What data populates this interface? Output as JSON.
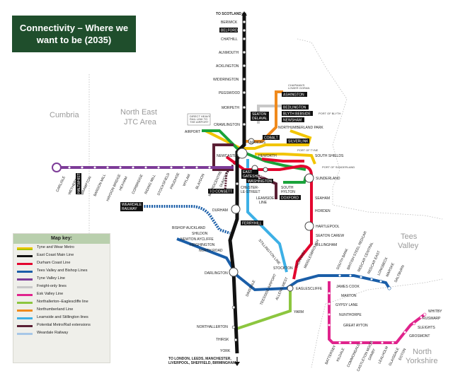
{
  "title": "Connectivity – Where we want to be (2035)",
  "regions": {
    "cumbria": "Cumbria",
    "north_east_1": "North East",
    "north_east_2": "JTC Area",
    "tees_1": "Tees",
    "tees_2": "Valley",
    "north_yorks_1": "North",
    "north_yorks_2": "Yorkshire"
  },
  "termini": {
    "scotland": "TO SCOTLAND",
    "south_1": "TO LONDON, LEEDS, MANCHESTER,",
    "south_2": "LIVERPOOL, SHEFFIELD, BIRMINGHAM",
    "consett": "TO CONSETT"
  },
  "notes": {
    "airport_1": "DIRECT HEAVY",
    "airport_2": "RAIL LINK TO",
    "airport_3": "THE AIRPORT",
    "ashington_1": "CHAPMAN'S",
    "ashington_2": "LOWER GORAN"
  },
  "stations": {
    "berwick": "BERWICK",
    "belford": "BELFORD",
    "chathill": "CHATHILL",
    "alnmouth": "ALNMOUTH",
    "acklington": "ACKLINGTON",
    "widdrington": "WIDDRINGTON",
    "pegswood": "PEGSWOOD",
    "morpeth": "MORPETH",
    "cramlington": "CRAMLINGTON",
    "airport": "AIRPORT",
    "manors": "MANORS",
    "newcastle": "NEWCASTLE",
    "heworth": "HEWORTH",
    "south_shields": "SOUTH SHIELDS",
    "sunderland": "SUNDERLAND",
    "east_gateshead_1": "EAST",
    "east_gateshead_2": "GATESHEAD",
    "washington": "WASHINGTON",
    "chester_1": "CHESTER-",
    "chester_2": "LE-STREET",
    "south_hylton_1": "SOUTH",
    "south_hylton_2": "HYLTON",
    "doxford": "DOXFORD",
    "leamside": "LEAMSIDE",
    "leamside_2": "LINE",
    "seaham": "SEAHAM",
    "horden": "HORDEN",
    "durham": "DURHAM",
    "ferryhill": "FERRYHILL",
    "hartlepool": "HARTLEPOOL",
    "seaton_carew": "SEATON CAREW",
    "billingham": "BILLINGHAM",
    "stockton": "STOCKTON",
    "stillington": "STILLINGTON LINE",
    "eaglescliffe": "EAGLESCLIFFE",
    "darlington": "DARLINGTON",
    "yarm": "YARM",
    "northallerton": "NORTHALLERTON",
    "thirsk": "THIRSK",
    "york": "YORK",
    "bishop_auckland": "BISHOP AUCKLAND",
    "shildon": "SHILDON",
    "newton_aycliffe": "NEWTON AYCLIFFE",
    "heighington": "HEIGHINGTON",
    "north_road": "NORTH ROAD",
    "dinsdale": "DINSDALE",
    "teesside_airport": "TEESSIDE AIRPORT",
    "allens_west": "ALLENS WEST",
    "seaton_delaval_1": "SEATON",
    "seaton_delaval_2": "DELAVAL",
    "ashington": "ASHINGTON",
    "bedlington": "BEDLINGTON",
    "blyth": "BLYTH BEBSIDE",
    "newsham": "NEWSHAM",
    "port_of_blyth": "PORT OF BLYTH",
    "northumberland_park": "NORTHUMBERLAND PARK",
    "cobalt": "COBALT",
    "silverlink": "SILVERLINK",
    "port_tyne": "PORT OF TYNE",
    "port_sunderland": "PORT OF SUNDERLAND",
    "weardale_1": "WEARDALE",
    "weardale_2": "RAILWAY",
    "thornaby": "THORNABY",
    "middlesbrough": "MIDDLESBROUGH",
    "south_bank": "SOUTH BANK",
    "british_steel": "BRITISH STEEL REDCAR",
    "redcar_central": "REDCAR CENTRAL",
    "redcar_east": "REDCAR EAST",
    "longbeck": "LONGBECK",
    "marske": "MARSKE",
    "saltburn": "SALTBURN",
    "james_cook": "JAMES COOK",
    "marton": "MARTON",
    "gypsy_lane": "GYPSY LANE",
    "nunthorpe": "NUNTHORPE",
    "great_ayton": "GREAT AYTON",
    "battersby": "BATTERSBY",
    "kildale": "KILDALE",
    "commondale": "COMMONDALE",
    "castleton_moor": "CASTLETON MOOR",
    "danby": "DANBY",
    "lealholm": "LEALHOLM",
    "glaisdale": "GLAISDALE",
    "egton": "EGTON",
    "grosmont": "GROSMONT",
    "sleights": "SLEIGHTS",
    "ruswarp": "RUSWARP",
    "whitby": "WHITBY",
    "carlisle": "CARLISLE",
    "wetheral": "WETHERAL",
    "brampton": "BRAMPTON",
    "haltwhistle": "HALTWHISTLE",
    "bardon_mill": "BARDON MILL",
    "haydon_bridge": "HAYDON BRIDGE",
    "hexham": "HEXHAM",
    "corbridge": "CORBRIDGE",
    "riding_mill": "RIDING MILL",
    "stocksfield": "STOCKSFIELD",
    "prudhoe": "PRUDHOE",
    "wylam": "WYLAM",
    "blaydon": "BLAYDON",
    "metrocentre": "METROCENTRE",
    "dunston": "DUNSTON"
  },
  "key": {
    "title": "Map key:",
    "items": [
      {
        "label": "Tyne and Wear Metro",
        "color": "#f2c500",
        "color2": "#a8c400"
      },
      {
        "label": "East Coast Main Line",
        "color": "#111111"
      },
      {
        "label": "Durham Coast Line",
        "color": "#e3052e"
      },
      {
        "label": "Tees Valley and Bishop Lines",
        "color": "#1a5ea8"
      },
      {
        "label": "Tyne Valley Line",
        "color": "#7d3c98"
      },
      {
        "label": "Freight-only lines",
        "color": "#c8c8c8"
      },
      {
        "label": "Esk Valley Line",
        "color": "#e0238c"
      },
      {
        "label": "Northallerton–Eaglescliffe line",
        "color": "#8cc63f"
      },
      {
        "label": "Northumberland Line",
        "color": "#f08a1c"
      },
      {
        "label": "Leamside and Stillington lines",
        "color": "#3db0e6"
      },
      {
        "label": "Potential Metro/Rail extensions",
        "color": "#5a1f34"
      },
      {
        "label": "Weardale Railway",
        "color": "#a7c7e7"
      }
    ]
  },
  "colors": {
    "title_bg": "#1f4e2c",
    "ecml": "#111111",
    "durham_coast": "#e3052e",
    "tees_valley": "#1a5ea8",
    "tyne_valley": "#7d3c98",
    "esk_valley": "#e0238c",
    "northallerton": "#8cc63f",
    "northumberland": "#f08a1c",
    "leamside": "#3db0e6",
    "metro_yellow": "#f2c500",
    "metro_green": "#1aa33a",
    "extension": "#5a1f34",
    "freight": "#c8c8c8"
  }
}
